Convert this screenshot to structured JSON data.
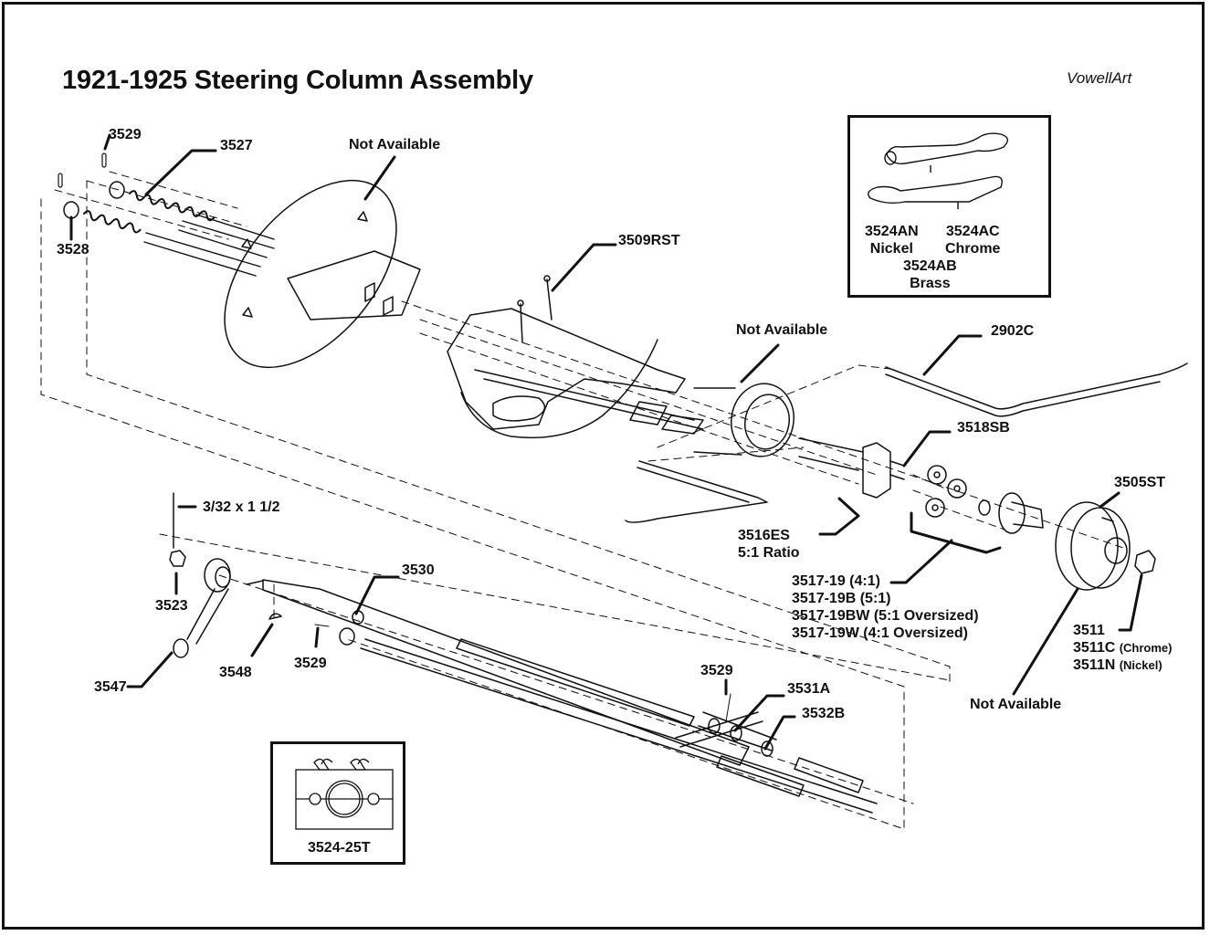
{
  "title": "1921-1925 Steering Column Assembly",
  "credit": "VowellArt",
  "callouts": {
    "p3529_top": "3529",
    "p3527": "3527",
    "p3528": "3528",
    "na_flange": "Not Available",
    "p3509rst": "3509RST",
    "na_ring": "Not Available",
    "p2902c": "2902C",
    "p3518sb": "3518SB",
    "p3505st": "3505ST",
    "p3516es": "3516ES",
    "p3516es_note": "5:1 Ratio",
    "p3517": [
      "3517-19 (4:1)",
      "3517-19B (5:1)",
      "3517-19BW (5:1 Oversized)",
      "3517-19W (4:1 Oversized)"
    ],
    "p3511": "3511",
    "p3511c": "3511C",
    "p3511c_note": "(Chrome)",
    "p3511n": "3511N",
    "p3511n_note": "(Nickel)",
    "na_gearcase": "Not Available",
    "pin_size": "3/32 x 1 1/2",
    "p3523": "3523",
    "p3547": "3547",
    "p3548": "3548",
    "p3529_mid": "3529",
    "p3530": "3530",
    "p3529_low": "3529",
    "p3531a": "3531A",
    "p3532b": "3532B"
  },
  "lever_inset": {
    "items": [
      {
        "part": "3524AN",
        "finish": "Nickel"
      },
      {
        "part": "3524AC",
        "finish": "Chrome"
      },
      {
        "part": "3524AB",
        "finish": "Brass"
      }
    ]
  },
  "clamp_inset": {
    "part": "3524-25T"
  }
}
